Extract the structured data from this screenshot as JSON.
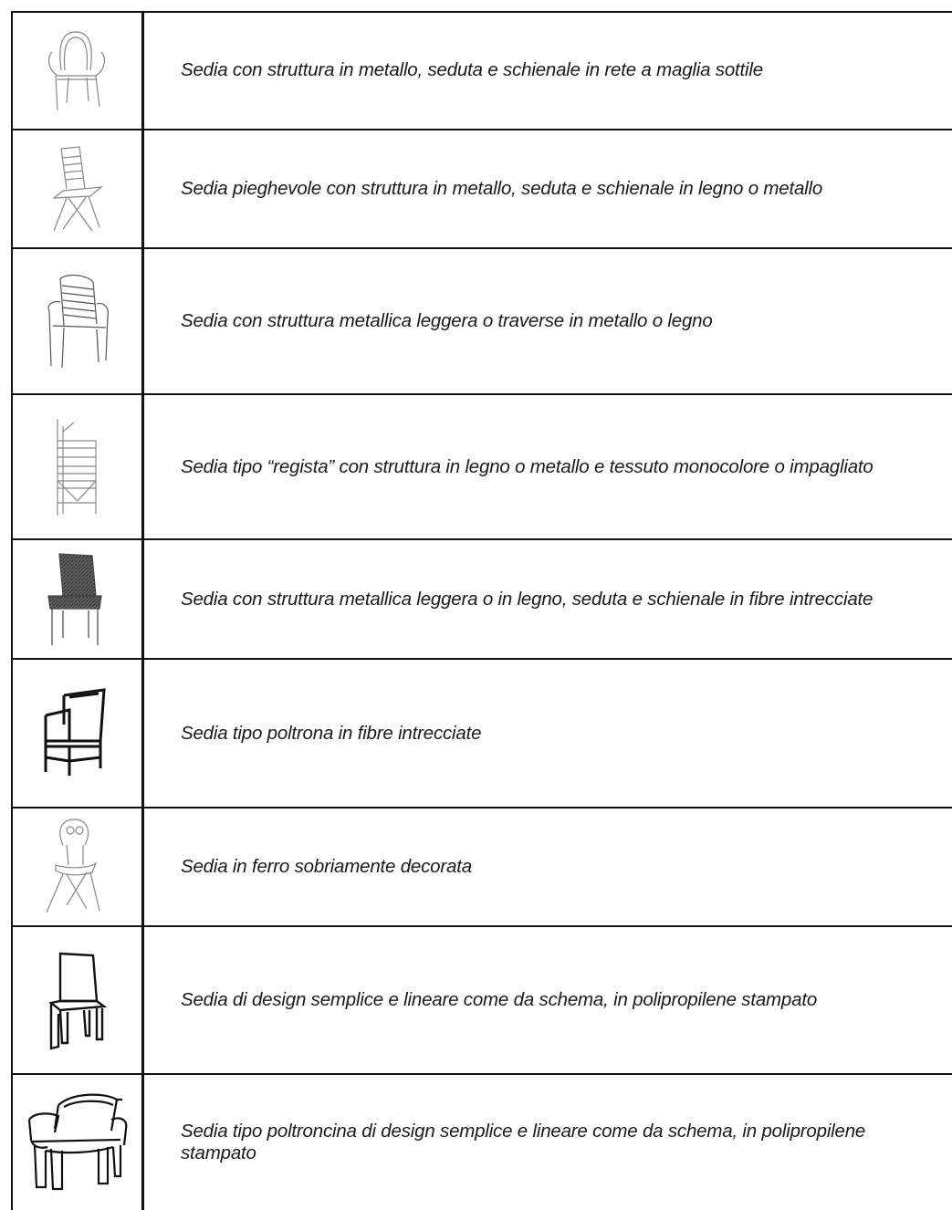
{
  "rows": [
    {
      "icon": "mesh-metal-chair-icon",
      "description": "Sedia con struttura in metallo, seduta e schienale in rete a maglia sottile"
    },
    {
      "icon": "folding-chair-icon",
      "description": "Sedia pieghevole con struttura in metallo, seduta e schienale in legno o metallo"
    },
    {
      "icon": "slatted-armchair-icon",
      "description": "Sedia con struttura metallica leggera o traverse in metallo o legno"
    },
    {
      "icon": "directors-chair-icon",
      "description": "Sedia tipo “regista” con struttura in legno o metallo e tessuto monocolore o impagliato"
    },
    {
      "icon": "woven-chair-icon",
      "description": "Sedia con struttura metallica leggera o in legno, seduta e schienale in fibre intrecciate"
    },
    {
      "icon": "woven-armchair-icon",
      "description": "Sedia tipo poltrona in fibre intrecciate"
    },
    {
      "icon": "iron-bistro-chair-icon",
      "description": "Sedia in ferro sobriamente decorata"
    },
    {
      "icon": "polypropylene-chair-icon",
      "description": "Sedia  di design semplice e lineare come da schema, in polipropilene stampato"
    },
    {
      "icon": "polypropylene-armchair-icon",
      "description": "Sedia tipo poltroncina di design semplice e lineare come da schema, in polipropilene stampato"
    }
  ]
}
